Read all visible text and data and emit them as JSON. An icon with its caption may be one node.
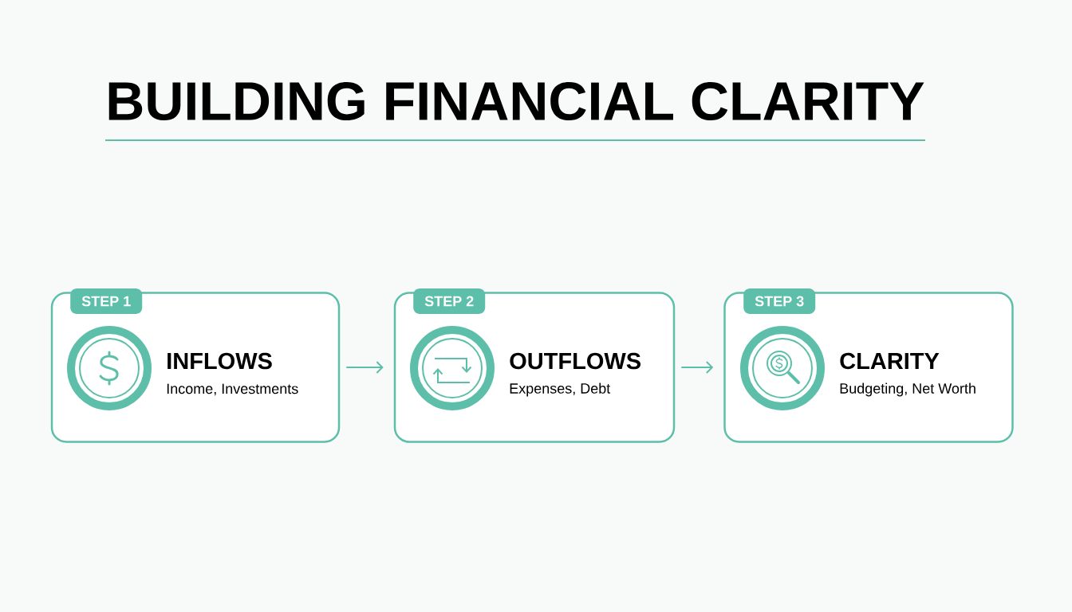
{
  "diagram": {
    "title": "BUILDING FINANCIAL CLARITY",
    "nodes": [
      {
        "text": [
          "STEP 1",
          "INFLOWS",
          "Income, Investments"
        ]
      },
      {
        "text": [
          "STEP 2",
          "OUTFLOWS",
          "Expenses, Debt"
        ]
      },
      {
        "text": [
          "STEP 3",
          "CLARITY",
          "Budgeting, Net Worth"
        ]
      }
    ],
    "edges": [
      {
        "from": 0,
        "to": 1,
        "arrow": "to"
      },
      {
        "from": 1,
        "to": 2,
        "arrow": "to"
      }
    ]
  }
}
